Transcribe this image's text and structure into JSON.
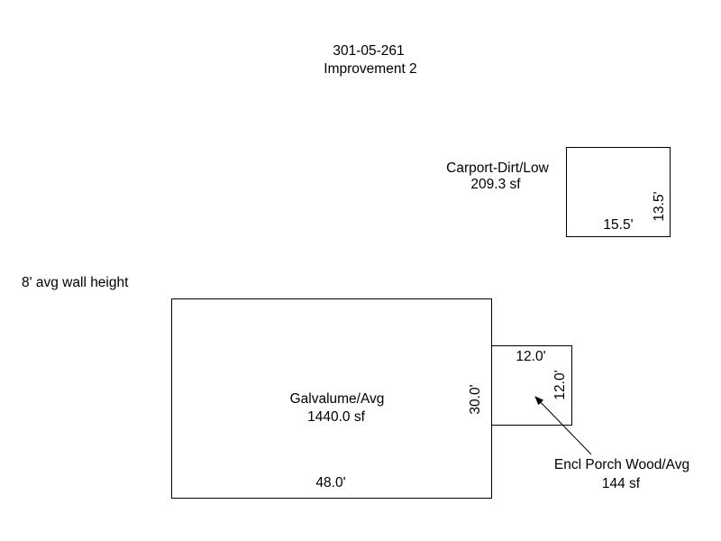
{
  "header": {
    "parcel_id": "301-05-261",
    "improvement": "Improvement 2"
  },
  "wall_note": "8' avg wall height",
  "carport": {
    "label": "Carport-Dirt/Low",
    "area": "209.3 sf",
    "width_label": "15.5'",
    "depth_label": "13.5'"
  },
  "main_building": {
    "label": "Galvalume/Avg",
    "area": "1440.0 sf",
    "width_label": "48.0'",
    "depth_label": "30.0'"
  },
  "porch": {
    "label": "Encl Porch Wood/Avg",
    "area": "144 sf",
    "width_label": "12.0'",
    "depth_label": "12.0'"
  }
}
